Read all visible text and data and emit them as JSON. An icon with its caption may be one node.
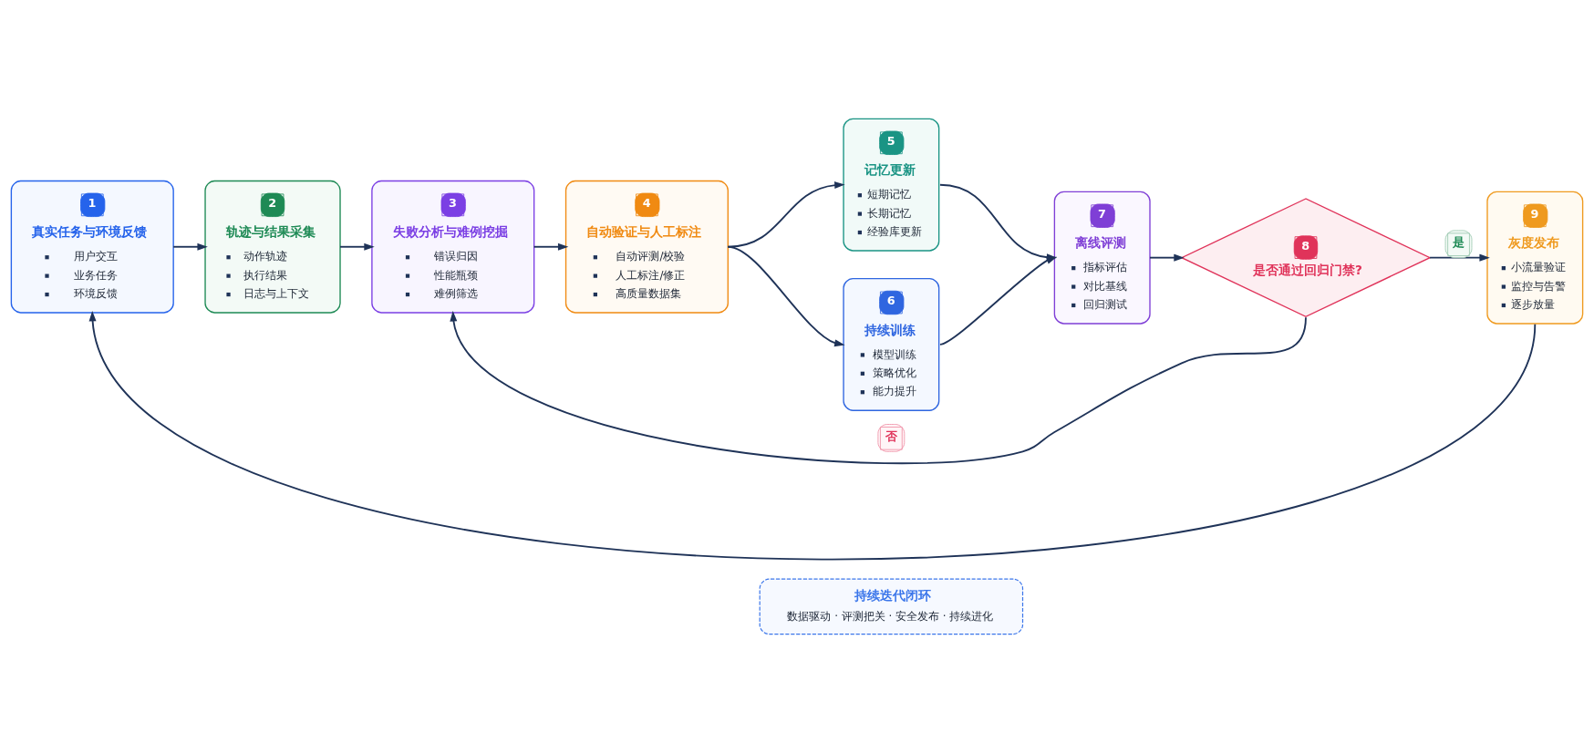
{
  "diagram": {
    "nodes": [
      {
        "text": [
          "1",
          "真实任务与环境反馈",
          "用户交互",
          "业务任务",
          "环境反馈"
        ]
      },
      {
        "text": [
          "2",
          "轨迹与结果采集",
          "动作轨迹",
          "执行结果",
          "日志与上下文"
        ]
      },
      {
        "text": [
          "3",
          "失败分析与难例挖掘",
          "错误归因",
          "性能瓶颈",
          "难例筛选"
        ]
      },
      {
        "text": [
          "4",
          "自动验证与人工标注",
          "自动评测/校验",
          "人工标注/修正",
          "高质量数据集"
        ]
      },
      {
        "text": [
          "5",
          "记忆更新",
          "短期记忆",
          "长期记忆",
          "经验库更新"
        ]
      },
      {
        "text": [
          "6",
          "持续训练",
          "模型训练",
          "策略优化",
          "能力提升"
        ]
      },
      {
        "text": [
          "7",
          "离线评测",
          "指标评估",
          "对比基线",
          "回归测试"
        ]
      },
      {
        "text": [
          "8",
          "是否通过回归门禁?"
        ]
      },
      {
        "text": [
          "9",
          "灰度发布",
          "小流量验证",
          "监控与告警",
          "逐步放量"
        ]
      },
      {
        "text": [
          "持续迭代闭环",
          "数据驱动 · 评测把关 · 安全发布 · 持续进化"
        ]
      }
    ],
    "edges": [
      {
        "from": 0,
        "to": 1,
        "arrow": "to"
      },
      {
        "from": 1,
        "to": 2,
        "arrow": "to"
      },
      {
        "from": 2,
        "to": 3,
        "arrow": "to"
      },
      {
        "from": 3,
        "to": 4,
        "arrow": "to"
      },
      {
        "from": 3,
        "to": 5,
        "arrow": "to"
      },
      {
        "from": 4,
        "to": 6,
        "arrow": "to"
      },
      {
        "from": 5,
        "to": 6,
        "arrow": "to"
      },
      {
        "from": 6,
        "to": 7,
        "arrow": "to"
      },
      {
        "from": 7,
        "to": 8,
        "arrow": "to",
        "label": "是"
      },
      {
        "from": 7,
        "to": 2,
        "arrow": "to",
        "label": "否"
      },
      {
        "from": 8,
        "to": 0,
        "arrow": "to"
      }
    ]
  }
}
